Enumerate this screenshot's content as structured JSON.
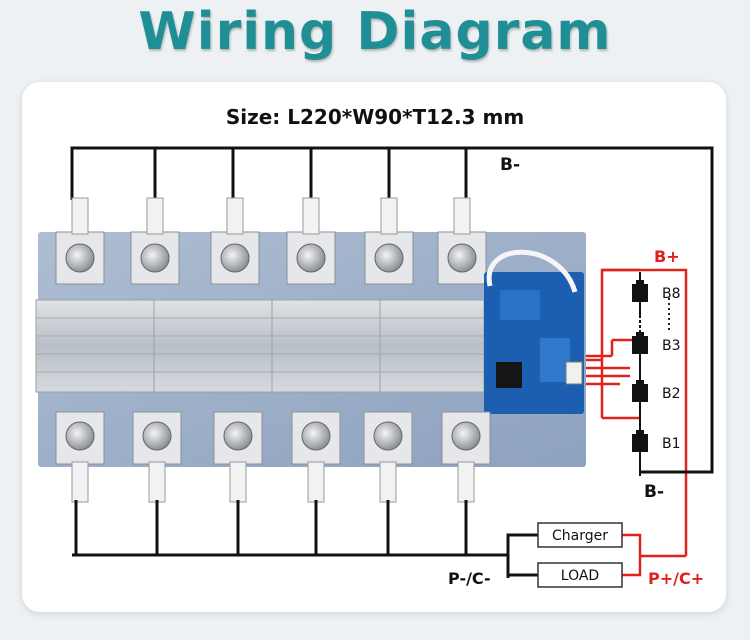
{
  "title": "Wiring  Diagram",
  "size_label": "Size: L220*W90*T12.3 mm",
  "wire_labels": {
    "b_minus_top": "B-",
    "b_plus": "B+",
    "b_minus_bottom": "B-",
    "p_minus": "P-/C-",
    "p_plus": "P+/C+"
  },
  "cells": [
    {
      "label": "B8"
    },
    {
      "label": "B3"
    },
    {
      "label": "B2"
    },
    {
      "label": "B1"
    }
  ],
  "devices": {
    "charger": "Charger",
    "load": "LOAD"
  },
  "colors": {
    "title": "#1f8f95",
    "red_wire": "#e0221c",
    "black_wire": "#111111",
    "pcb": "#1c5fb0",
    "heatsink": "#c9cfd4"
  }
}
